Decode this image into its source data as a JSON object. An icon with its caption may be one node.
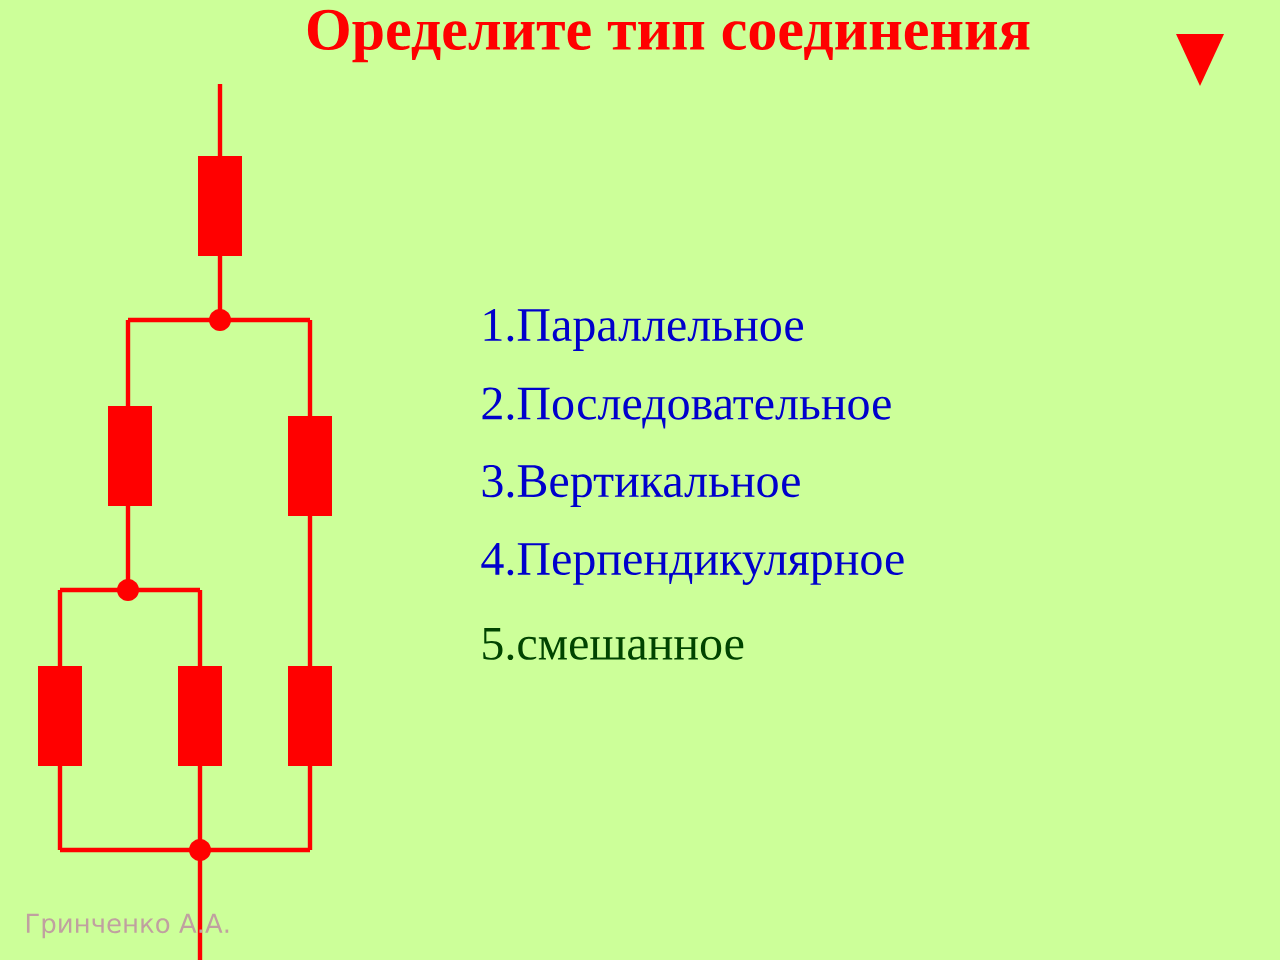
{
  "diagram": {
    "title": "Оределите тип соединения",
    "labels": [
      "1.Параллельное",
      "2.Последовательное",
      "3.Вертикальное",
      "4.Перпендикулярное",
      "5.смешанное",
      "Гринченко А.А."
    ]
  }
}
